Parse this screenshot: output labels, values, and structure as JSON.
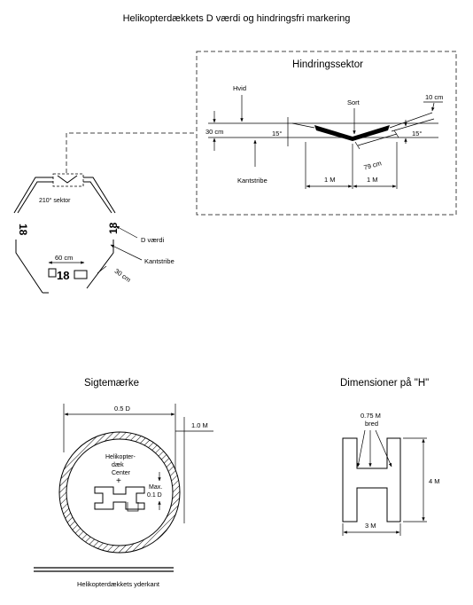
{
  "title": "Helikopterdækkets D værdi og hindringsfri markering",
  "obstacle_sector": {
    "title": "Hindringssektor",
    "hvid": "Hvid",
    "sort": "Sort",
    "ten_cm": "10 cm",
    "thirty_cm": "30 cm",
    "angle_left": "15°",
    "angle_right": "15°",
    "seventy_nine_cm": "79 cm",
    "kantstribe": "Kantstribe",
    "one_m_left": "1 M",
    "one_m_right": "1 M"
  },
  "deck": {
    "sector_label": "210° sektor",
    "number_left": "18",
    "number_right": "18",
    "number_bottom": "18",
    "d_value": "D værdi",
    "sixty_cm": "60 cm",
    "kantstribe": "Kantstribe",
    "thirty_cm": "30 cm"
  },
  "aiming": {
    "title": "Sigtemærke",
    "half_d": "0.5 D",
    "one_m": "1.0 M",
    "center_line1": "Helikopter-",
    "center_line2": "dæk",
    "center_line3": "Center",
    "max_line1": "Max.",
    "max_line2": "0.1 D",
    "outer_edge": "Helikopterdækkets yderkant"
  },
  "h_dims": {
    "title": "Dimensioner på \"H\"",
    "width_line1": "0.75 M",
    "width_line2": "bred",
    "height": "4 M",
    "width": "3 M"
  }
}
